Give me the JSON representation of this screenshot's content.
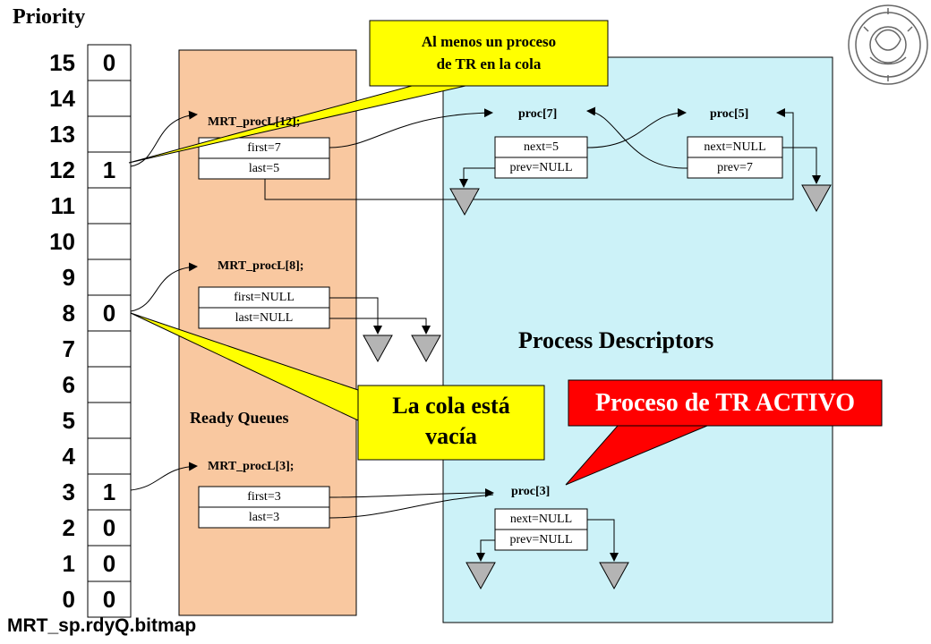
{
  "title": "Priority",
  "footer": "MRT_sp.rdyQ.bitmap",
  "priorities": [
    "15",
    "14",
    "13",
    "12",
    "11",
    "10",
    "9",
    "8",
    "7",
    "6",
    "5",
    "4",
    "3",
    "2",
    "1",
    "0"
  ],
  "bits": [
    "0",
    "",
    "",
    "1",
    "",
    "",
    "",
    "0",
    "",
    "",
    "",
    "",
    "1",
    "0",
    "0",
    "0"
  ],
  "ready_queues": {
    "label": "Ready Queues",
    "q12": {
      "name": "MRT_procL[12];",
      "first": "first=7",
      "last": "last=5"
    },
    "q8": {
      "name": "MRT_procL[8];",
      "first": "first=NULL",
      "last": "last=NULL"
    },
    "q3": {
      "name": "MRT_procL[3];",
      "first": "first=3",
      "last": "last=3"
    }
  },
  "process_descriptors": {
    "label": "Process Descriptors",
    "proc7": {
      "name": "proc[7]",
      "next": "next=5",
      "prev": "prev=NULL"
    },
    "proc5": {
      "name": "proc[5]",
      "next": "next=NULL",
      "prev": "prev=7"
    },
    "proc3": {
      "name": "proc[3]",
      "next": "next=NULL",
      "prev": "prev=NULL"
    }
  },
  "callouts": {
    "top_line1": "Al menos un proceso",
    "top_line2": "de TR en la cola",
    "empty_line1": "La cola está",
    "empty_line2": "vacía",
    "active": "Proceso de TR ACTIVO"
  },
  "colors": {
    "ready_bg": "#f9c8a0",
    "desc_bg": "#ccf2f8",
    "callout_yellow": "#ffff00",
    "callout_red": "#ff0000",
    "null_triangle": "#b4b4b4"
  }
}
